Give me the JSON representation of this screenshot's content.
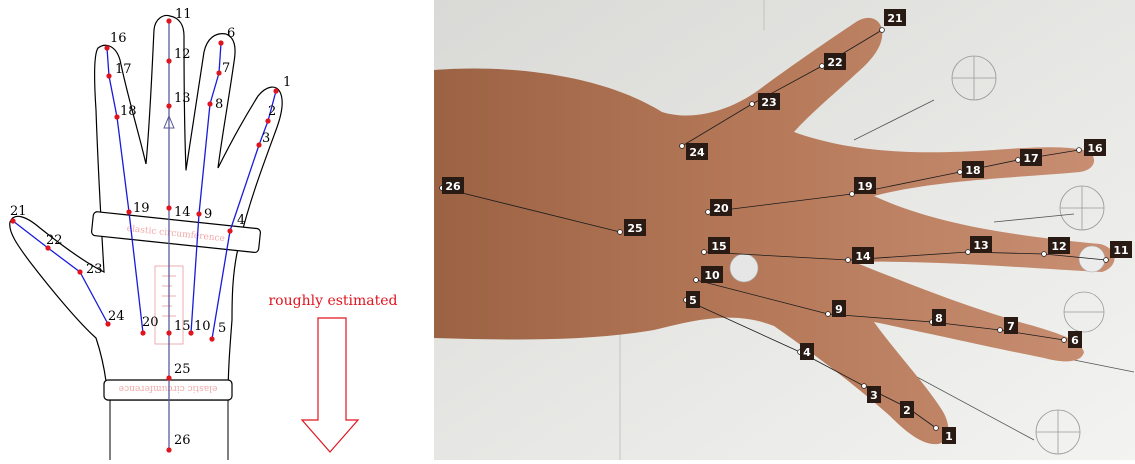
{
  "diagram": {
    "annotation": "roughly estimated",
    "watermark": "elastic circumference",
    "colors": {
      "outline": "#000000",
      "measure_line": "#1a1adb",
      "axis_line": "#5a5a9a",
      "point": "#e0141e",
      "annotation": "#e0141e"
    },
    "landmarks": [
      {
        "id": "1"
      },
      {
        "id": "2"
      },
      {
        "id": "3"
      },
      {
        "id": "4"
      },
      {
        "id": "5"
      },
      {
        "id": "6"
      },
      {
        "id": "7"
      },
      {
        "id": "8"
      },
      {
        "id": "9"
      },
      {
        "id": "10"
      },
      {
        "id": "11"
      },
      {
        "id": "12"
      },
      {
        "id": "13"
      },
      {
        "id": "14"
      },
      {
        "id": "15"
      },
      {
        "id": "16"
      },
      {
        "id": "17"
      },
      {
        "id": "18"
      },
      {
        "id": "19"
      },
      {
        "id": "20"
      },
      {
        "id": "21"
      },
      {
        "id": "22"
      },
      {
        "id": "23"
      },
      {
        "id": "24"
      },
      {
        "id": "25"
      },
      {
        "id": "26"
      }
    ]
  },
  "photo": {
    "colors": {
      "label_bg": "#2a1a14",
      "label_text": "#ffffff",
      "line": "#1a1a1a"
    },
    "labels": [
      {
        "id": "1"
      },
      {
        "id": "2"
      },
      {
        "id": "3"
      },
      {
        "id": "4"
      },
      {
        "id": "5"
      },
      {
        "id": "6"
      },
      {
        "id": "7"
      },
      {
        "id": "8"
      },
      {
        "id": "9"
      },
      {
        "id": "10"
      },
      {
        "id": "11"
      },
      {
        "id": "12"
      },
      {
        "id": "13"
      },
      {
        "id": "14"
      },
      {
        "id": "15"
      },
      {
        "id": "16"
      },
      {
        "id": "17"
      },
      {
        "id": "18"
      },
      {
        "id": "19"
      },
      {
        "id": "20"
      },
      {
        "id": "21"
      },
      {
        "id": "22"
      },
      {
        "id": "23"
      },
      {
        "id": "24"
      },
      {
        "id": "25"
      },
      {
        "id": "26"
      }
    ]
  }
}
